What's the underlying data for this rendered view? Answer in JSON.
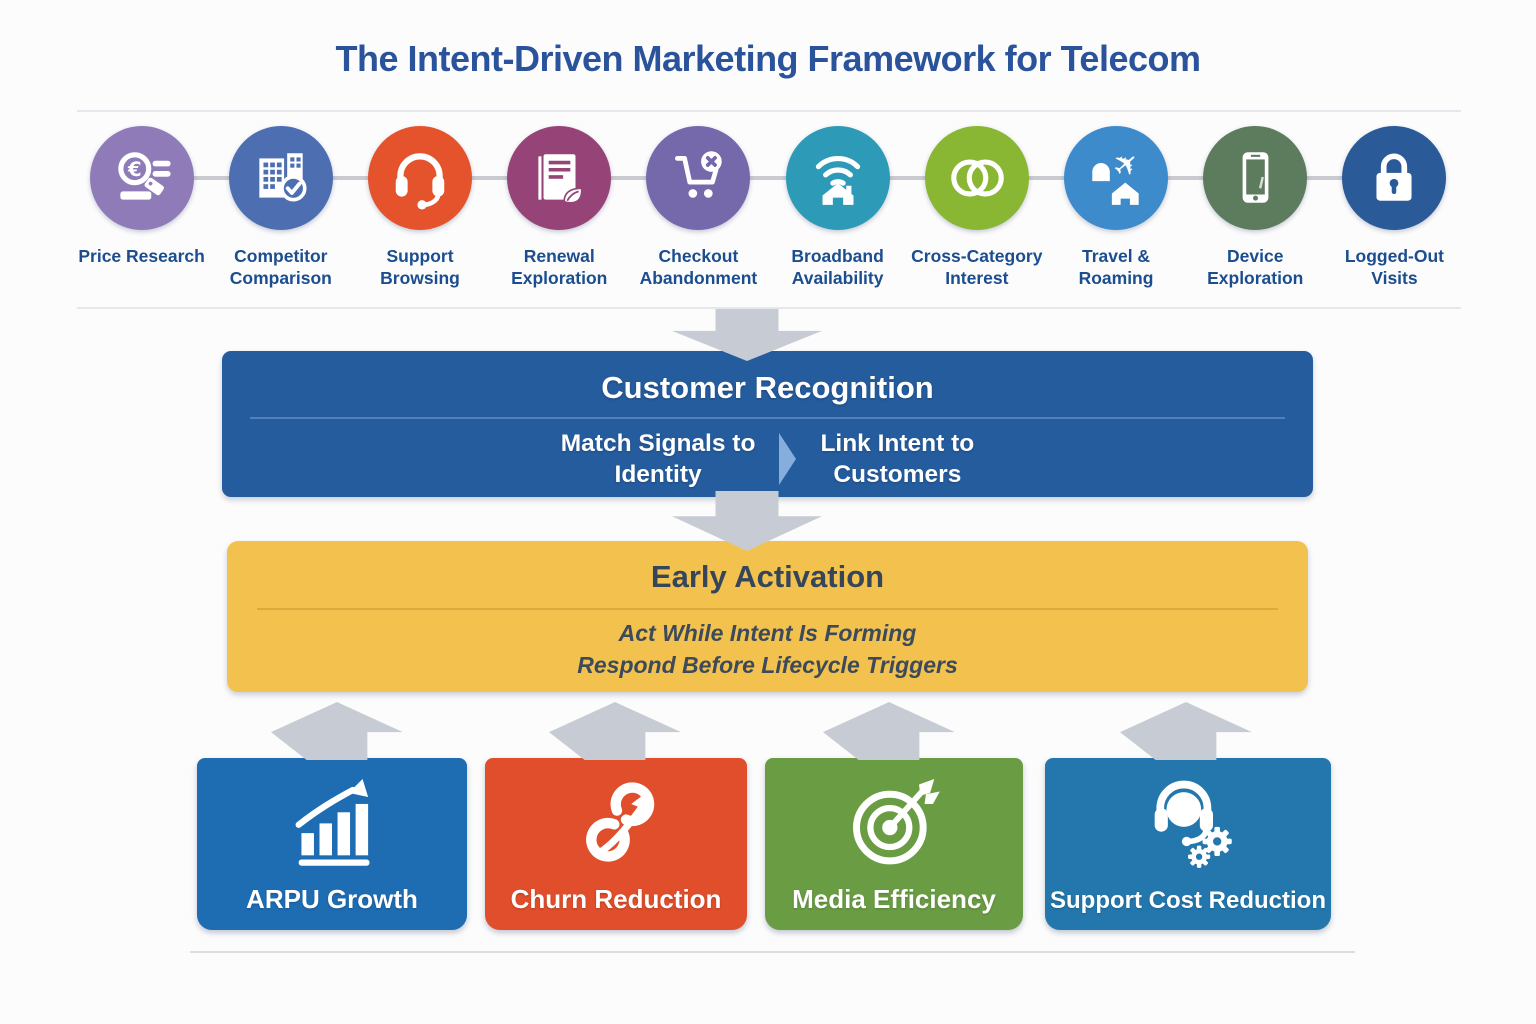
{
  "title": {
    "prefix": "The ",
    "emphasis": "Intent-Driven Marketing",
    "suffix": " Framework for Telecom"
  },
  "signals": [
    {
      "label": "Price Research",
      "color": "#8f7bb8",
      "icon": "magnifier-euro-icon"
    },
    {
      "label": "Competitor Comparison",
      "color": "#4d6fb2",
      "icon": "buildings-check-icon"
    },
    {
      "label": "Support Browsing",
      "color": "#e5532c",
      "icon": "headset-icon"
    },
    {
      "label": "Renewal Exploration",
      "color": "#964478",
      "icon": "document-leaf-icon"
    },
    {
      "label": "Checkout Abandonment",
      "color": "#7568ab",
      "icon": "cart-x-icon"
    },
    {
      "label": "Broadband Availability",
      "color": "#2d9bb8",
      "icon": "wifi-home-icon"
    },
    {
      "label": "Cross-Category Interest",
      "color": "#8ab733",
      "icon": "venn-circles-icon"
    },
    {
      "label": "Travel & Roaming",
      "color": "#3d8bcb",
      "icon": "plane-travel-icon"
    },
    {
      "label": "Device Exploration",
      "color": "#5d7c5e",
      "icon": "smartphone-icon"
    },
    {
      "label": "Logged-Out Visits",
      "color": "#2b5a99",
      "icon": "padlock-icon"
    }
  ],
  "recognition": {
    "title": "Customer Recognition",
    "color": "#255c9e",
    "left": {
      "line1": "Match Signals to",
      "line2": "Identity"
    },
    "right": {
      "line1": "Link Intent to",
      "line2": "Customers"
    }
  },
  "activation": {
    "title": "Early Activation",
    "color": "#f3c24e",
    "line1": "Act While Intent Is Forming",
    "line2": "Respond Before Lifecycle Triggers"
  },
  "outcomes": [
    {
      "label": "ARPU Growth",
      "color": "#1e6cb2",
      "icon": "bar-chart-growth-icon"
    },
    {
      "label": "Churn Reduction",
      "color": "#e04e2b",
      "icon": "broken-chain-arrow-icon"
    },
    {
      "label": "Media Efficiency",
      "color": "#6a9c44",
      "icon": "target-dart-icon"
    },
    {
      "label": "Support Cost Reduction",
      "color": "#2377ad",
      "icon": "support-headset-gears-icon"
    }
  ],
  "ui": {
    "title_color": "#2a539b",
    "signal_label_color": "#1b4d8f",
    "arrow_color": "#c7cbd3",
    "connector_color": "#c9cbd0"
  }
}
